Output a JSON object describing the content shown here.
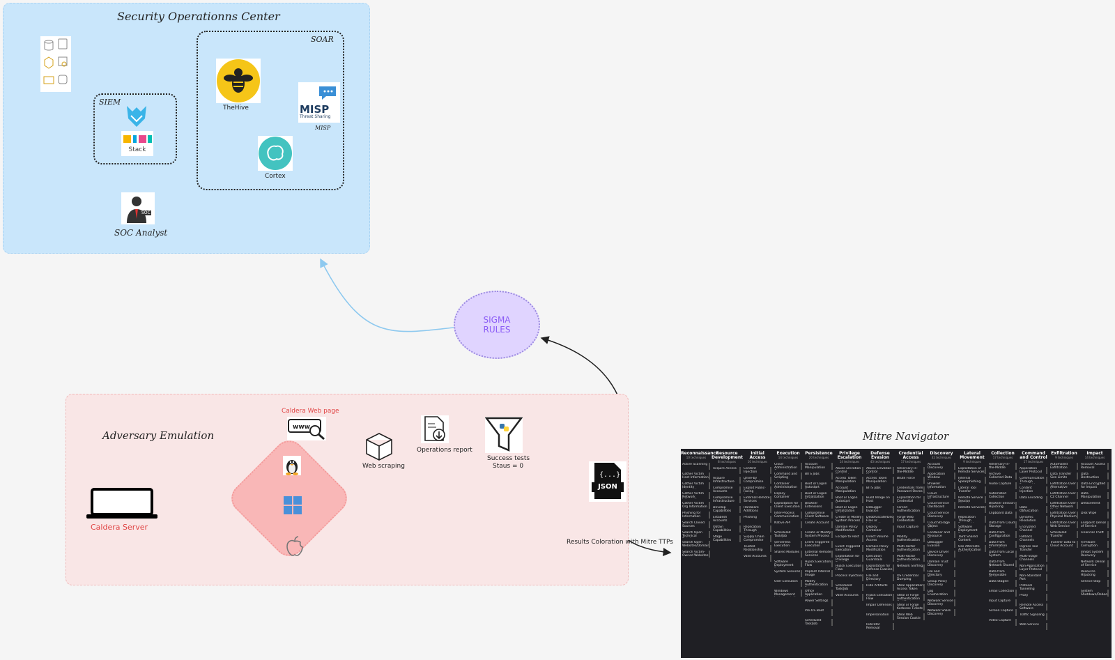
{
  "soc": {
    "title": "Security Operationns Center",
    "soar_label": "SOAR",
    "siem_label": "SIEM",
    "thehive_label": "TheHive",
    "misp_label": "MISP",
    "misp_logo_text": "MISP",
    "misp_logo_sub": "Threat Sharing",
    "cortex_label": "Cortex",
    "elk_text": "Stack",
    "analyst_label": "SOC Analyst",
    "analyst_badge": "SOC"
  },
  "sigma": {
    "line1": "SIGMA",
    "line2": "RULES"
  },
  "adversary": {
    "title": "Adversary Emulation",
    "caldera_server": "Caldera Server",
    "caldera_web": "Caldera Web page",
    "web_scraping": "Web scraping",
    "operations_report": "Operations report",
    "success_tests": "Success tests",
    "status": "Staus = 0",
    "json_label": "JSON",
    "results_coloration": "Results Coloration with Mitre TTPs"
  },
  "mitre": {
    "title": "Mitre Navigator",
    "columns": [
      {
        "name": "Reconnaissance",
        "count": "10 techniques",
        "items": [
          "Active Scanning",
          "Gather Victim Host Information",
          "Gather Victim Identity Information",
          "Gather Victim Network Information",
          "Gather Victim Org Information",
          "Phishing for Information",
          "Search Closed Sources",
          "Search Open Technical Databases",
          "Search Open Websites/Domains",
          "Search Victim-Owned Websites"
        ]
      },
      {
        "name": "Resource Development",
        "count": "8 techniques",
        "items": [
          "Acquire Access",
          "Acquire Infrastructure",
          "Compromise Accounts",
          "Compromise Infrastructure",
          "Develop Capabilities",
          "Establish Accounts",
          "Obtain Capabilities",
          "Stage Capabilities"
        ]
      },
      {
        "name": "Initial Access",
        "count": "10 techniques",
        "items": [
          "Content Injection",
          "Drive-by Compromise",
          "Exploit Public-Facing Application",
          "External Remote Services",
          "Hardware Additions",
          "Phishing",
          "Replication Through Removable Media",
          "Supply Chain Compromise",
          "Trusted Relationship",
          "Valid Accounts"
        ]
      },
      {
        "name": "Execution",
        "count": "14 techniques",
        "items": [
          "Cloud Administration Command",
          "Command and Scripting Interpreter",
          "Container Administration Command",
          "Deploy Container",
          "Exploitation for Client Execution",
          "Inter-Process Communication",
          "Native API",
          "Scheduled Task/Job",
          "Serverless Execution",
          "Shared Modules",
          "Software Deployment Tools",
          "System Services",
          "User Execution",
          "Windows Management Instrumentation"
        ]
      },
      {
        "name": "Persistence",
        "count": "20 techniques",
        "items": [
          "Account Manipulation",
          "BITS Jobs",
          "Boot or Logon Autostart Execution",
          "Boot or Logon Initialization Scripts",
          "Browser Extensions",
          "Compromise Client Software Binary",
          "Create Account",
          "Create or Modify System Process",
          "Event Triggered Execution",
          "External Remote Services",
          "Hijack Execution Flow",
          "Implant Internal Image",
          "Modify Authentication Process",
          "Office Application Startup",
          "Power Settings",
          "Pre-OS Boot",
          "Scheduled Task/Job"
        ]
      },
      {
        "name": "Privilege Escalation",
        "count": "14 techniques",
        "items": [
          "Abuse Elevation Control Mechanism",
          "Access Token Manipulation",
          "Account Manipulation",
          "Boot or Logon Autostart Execution",
          "Boot or Logon Initialization Scripts",
          "Create or Modify System Process",
          "Domain Policy Modification",
          "Escape to Host",
          "Event Triggered Execution",
          "Exploitation for Privilege Escalation",
          "Hijack Execution Flow",
          "Process Injection",
          "Scheduled Task/Job",
          "Valid Accounts"
        ]
      },
      {
        "name": "Defense Evasion",
        "count": "43 techniques",
        "items": [
          "Abuse Elevation Control Mechanism",
          "Access Token Manipulation",
          "BITS Jobs",
          "Build Image on Host",
          "Debugger Evasion",
          "Deobfuscate/Decode Files or Information",
          "Deploy Container",
          "Direct Volume Access",
          "Domain Policy Modification",
          "Execution Guardrails",
          "Exploitation for Defense Evasion",
          "File and Directory Permissions Modification",
          "Hide Artifacts",
          "Hijack Execution Flow",
          "Impair Defenses",
          "Impersonation",
          "Indicator Removal"
        ]
      },
      {
        "name": "Credential Access",
        "count": "17 techniques",
        "items": [
          "Adversary-in-the-Middle",
          "Brute Force",
          "Credentials from Password Stores",
          "Exploitation for Credential Access",
          "Forced Authentication",
          "Forge Web Credentials",
          "Input Capture",
          "Modify Authentication Process",
          "Multi-Factor Authentication Interception",
          "Multi-Factor Authentication Request Generation",
          "Network Sniffing",
          "OS Credential Dumping",
          "Steal Application Access Token",
          "Steal or Forge Authentication Certificates",
          "Steal or Forge Kerberos Tickets",
          "Steal Web Session Cookie"
        ]
      },
      {
        "name": "Discovery",
        "count": "32 techniques",
        "items": [
          "Account Discovery",
          "Application Window Discovery",
          "Browser Information Discovery",
          "Cloud Infrastructure Discovery",
          "Cloud Service Dashboard",
          "Cloud Service Discovery",
          "Cloud Storage Object Discovery",
          "Container and Resource Discovery",
          "Debugger Evasion",
          "Device Driver Discovery",
          "Domain Trust Discovery",
          "File and Directory Discovery",
          "Group Policy Discovery",
          "Log Enumeration",
          "Network Service Discovery",
          "Network Share Discovery"
        ]
      },
      {
        "name": "Lateral Movement",
        "count": "9 techniques",
        "items": [
          "Exploitation of Remote Services",
          "Internal Spearphishing",
          "Lateral Tool Transfer",
          "Remote Service Session Hijacking",
          "Remote Services",
          "Replication Through Removable Media",
          "Software Deployment Tools",
          "Taint Shared Content",
          "Use Alternate Authentication Material"
        ]
      },
      {
        "name": "Collection",
        "count": "17 techniques",
        "items": [
          "Adversary-in-the-Middle",
          "Archive Collected Data",
          "Audio Capture",
          "Automated Collection",
          "Browser Session Hijacking",
          "Clipboard Data",
          "Data from Cloud Storage",
          "Data from Configuration Repository",
          "Data from Information Repositories",
          "Data from Local System",
          "Data from Network Shared Drive",
          "Data from Removable Media",
          "Data Staged",
          "Email Collection",
          "Input Capture",
          "Screen Capture",
          "Video Capture"
        ]
      },
      {
        "name": "Command and Control",
        "count": "17 techniques",
        "items": [
          "Application Layer Protocol",
          "Communication Through Removable Media",
          "Content Injection",
          "Data Encoding",
          "Data Obfuscation",
          "Dynamic Resolution",
          "Encrypted Channel",
          "Fallback Channels",
          "Ingress Tool Transfer",
          "Multi-Stage Channels",
          "Non-Application Layer Protocol",
          "Non-Standard Port",
          "Protocol Tunneling",
          "Proxy",
          "Remote Access Software",
          "Traffic Signaling",
          "Web Service"
        ]
      },
      {
        "name": "Exfiltration",
        "count": "9 techniques",
        "items": [
          "Automated Exfiltration",
          "Data Transfer Size Limits",
          "Exfiltration Over Alternative Protocol",
          "Exfiltration Over C2 Channel",
          "Exfiltration Over Other Network Medium",
          "Exfiltration Over Physical Medium",
          "Exfiltration Over Web Service",
          "Scheduled Transfer",
          "Transfer Data to Cloud Account"
        ]
      },
      {
        "name": "Impact",
        "count": "14 techniques",
        "items": [
          "Account Access Removal",
          "Data Destruction",
          "Data Encrypted for Impact",
          "Data Manipulation",
          "Defacement",
          "Disk Wipe",
          "Endpoint Denial of Service",
          "Financial Theft",
          "Firmware Corruption",
          "Inhibit System Recovery",
          "Network Denial of Service",
          "Resource Hijacking",
          "Service Stop",
          "System Shutdown/Reboot"
        ]
      }
    ]
  },
  "colors": {
    "soc_bg": "#c9e6fb",
    "adv_bg": "#f9e6e6",
    "diamond": "#f9b7b7",
    "sigma_bg": "#e0d4ff",
    "sigma_text": "#8b5cf6",
    "caldera_red": "#e04444",
    "hive_yellow": "#f5c518",
    "cortex_teal": "#43c3c0",
    "mitre_bg": "#1f1f24"
  }
}
